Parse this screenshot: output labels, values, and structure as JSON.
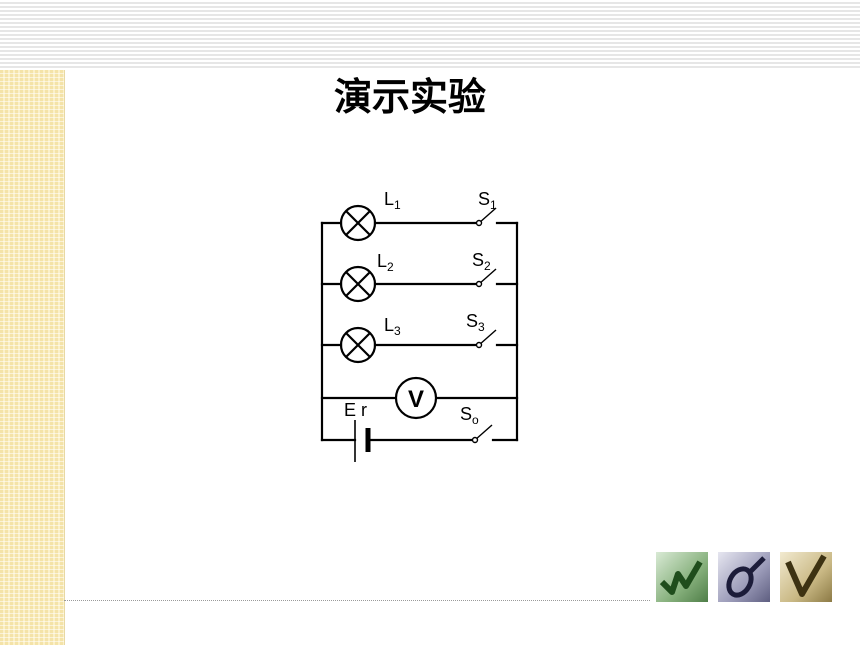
{
  "slide": {
    "title": "演示实验"
  },
  "circuit": {
    "lamps": [
      {
        "name": "L",
        "sub": "1"
      },
      {
        "name": "L",
        "sub": "2"
      },
      {
        "name": "L",
        "sub": "3"
      }
    ],
    "switches": [
      {
        "name": "S",
        "sub": "1"
      },
      {
        "name": "S",
        "sub": "2"
      },
      {
        "name": "S",
        "sub": "3"
      },
      {
        "name": "S",
        "sub": "o"
      }
    ],
    "voltmeter_symbol": "V",
    "battery_label": "E r"
  },
  "thumbnails": [
    {
      "icon": "green-checkmark-icon"
    },
    {
      "icon": "blue-swirl-icon"
    },
    {
      "icon": "gold-checkmark-icon"
    }
  ]
}
